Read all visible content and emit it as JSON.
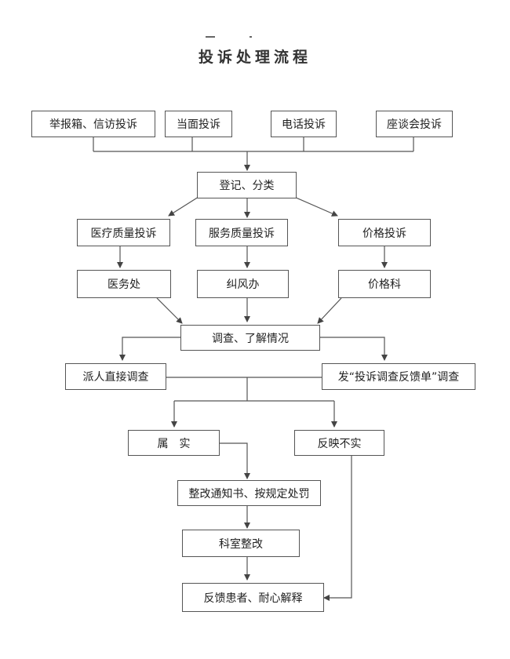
{
  "title": "投诉处理流程",
  "nodes": {
    "box1": "举报箱、信访投诉",
    "box2": "当面投诉",
    "box3": "电话投诉",
    "box4": "座谈会投诉",
    "register": "登记、分类",
    "medical_q": "医疗质量投诉",
    "service_q": "服务质量投诉",
    "price_q": "价格投诉",
    "medical_dept": "医务处",
    "correct_office": "纠风办",
    "price_dept": "价格科",
    "investigate": "调查、了解情况",
    "send_person": "派人直接调查",
    "send_form": "发“投诉调查反馈单”调查",
    "true": "属　实",
    "false": "反映不实",
    "notice": "整改通知书、按规定处罚",
    "rectify": "科室整改",
    "feedback": "反馈患者、耐心解释"
  }
}
